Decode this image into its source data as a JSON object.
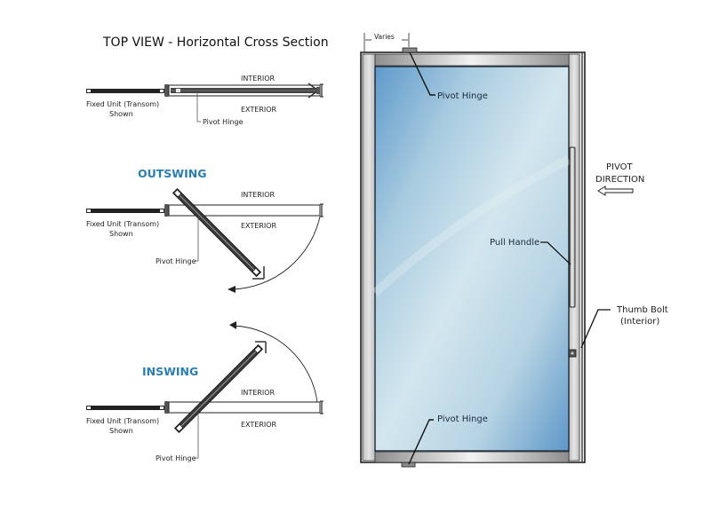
{
  "left_panel": {
    "title": "TOP VIEW - Horizontal Cross Section",
    "closed": {
      "interior": "INTERIOR",
      "exterior": "EXTERIOR",
      "fixed_unit_line1": "Fixed Unit (Transom)",
      "fixed_unit_line2": "Shown",
      "pivot_hinge": "Pivot Hinge"
    },
    "outswing": {
      "heading": "OUTSWING",
      "interior": "INTERIOR",
      "exterior": "EXTERIOR",
      "fixed_unit_line1": "Fixed Unit (Transom)",
      "fixed_unit_line2": "Shown",
      "pivot_hinge": "Pivot Hinge"
    },
    "inswing": {
      "heading": "INSWING",
      "interior": "INTERIOR",
      "exterior": "EXTERIOR",
      "fixed_unit_line1": "Fixed Unit (Transom)",
      "fixed_unit_line2": "Shown",
      "pivot_hinge": "Pivot Hinge"
    }
  },
  "door_elevation": {
    "varies": "Varies",
    "pivot_hinge_top": "Pivot Hinge",
    "pivot_hinge_bottom": "Pivot Hinge",
    "pull_handle": "Pull Handle",
    "thumb_bolt_line1": "Thumb Bolt",
    "thumb_bolt_line2": "(Interior)",
    "pivot_direction_line1": "PIVOT",
    "pivot_direction_line2": "DIRECTION"
  },
  "colors": {
    "heading_blue": "#2a7fb0",
    "glass_dark": "#6ea3cf",
    "glass_light": "#cfe3ec",
    "frame_gray": "#c8c8c8"
  }
}
